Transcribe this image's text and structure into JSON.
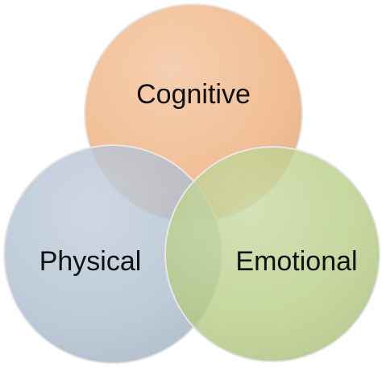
{
  "diagram": {
    "circles": [
      {
        "id": "cognitive",
        "label": "Cognitive",
        "fill": "#efb27f",
        "stroke": "#e6e6e6"
      },
      {
        "id": "physical",
        "label": "Physical",
        "fill": "#a9bacd",
        "stroke": "#e6e6e6"
      },
      {
        "id": "emotional",
        "label": "Emotional",
        "fill": "#b3c97e",
        "stroke": "#e6e6e6"
      }
    ]
  }
}
